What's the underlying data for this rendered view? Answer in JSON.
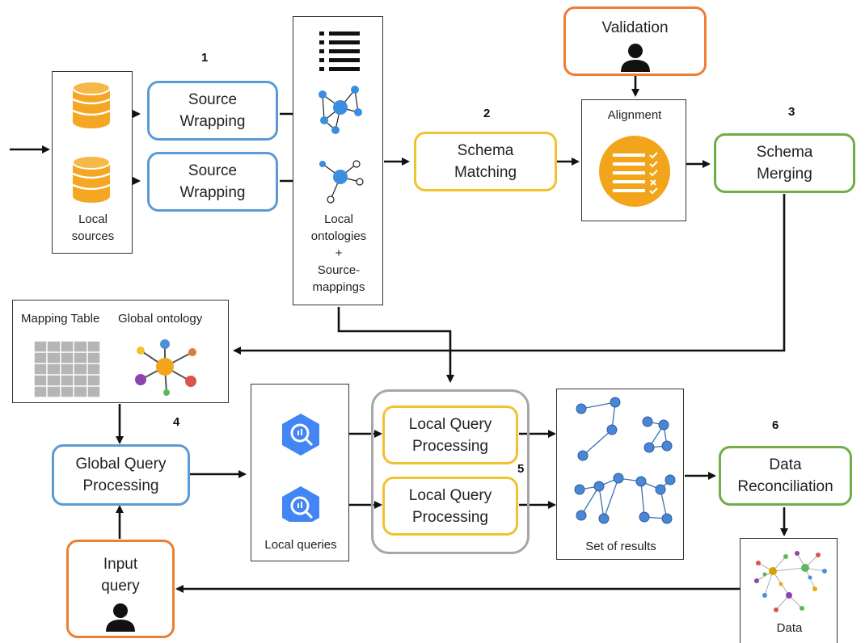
{
  "steps": {
    "s1": "1",
    "s2": "2",
    "s3": "3",
    "s4": "4",
    "s5": "5",
    "s6": "6"
  },
  "local_sources": {
    "line1": "Local",
    "line2": "sources"
  },
  "source_wrapping_1": {
    "line1": "Source",
    "line2": "Wrapping"
  },
  "source_wrapping_2": {
    "line1": "Source",
    "line2": "Wrapping"
  },
  "local_ontologies": {
    "line1": "Local",
    "line2": "ontologies",
    "line3": "+",
    "line4": "Source-",
    "line5": "mappings"
  },
  "schema_matching": {
    "line1": "Schema",
    "line2": "Matching"
  },
  "validation": {
    "label": "Validation"
  },
  "alignment": {
    "label": "Alignment"
  },
  "schema_merging": {
    "line1": "Schema",
    "line2": "Merging"
  },
  "mapping_panel": {
    "mapping_table": "Mapping Table",
    "global_ontology": "Global ontology"
  },
  "global_query": {
    "line1": "Global Query",
    "line2": "Processing"
  },
  "local_queries": {
    "label": "Local queries"
  },
  "local_query_1": {
    "line1": "Local Query",
    "line2": "Processing"
  },
  "local_query_2": {
    "line1": "Local Query",
    "line2": "Processing"
  },
  "results": {
    "label": "Set of results"
  },
  "data_reconciliation": {
    "line1": "Data",
    "line2": "Reconciliation"
  },
  "data": {
    "label": "Data"
  },
  "input_query": {
    "line1": "Input",
    "line2": "query"
  },
  "colors": {
    "blue": "#5b9bd5",
    "yellow": "#f2c12e",
    "green": "#70ad47",
    "orange": "#ed7d31",
    "db": "#f5a623",
    "node": "#3b8de0"
  }
}
